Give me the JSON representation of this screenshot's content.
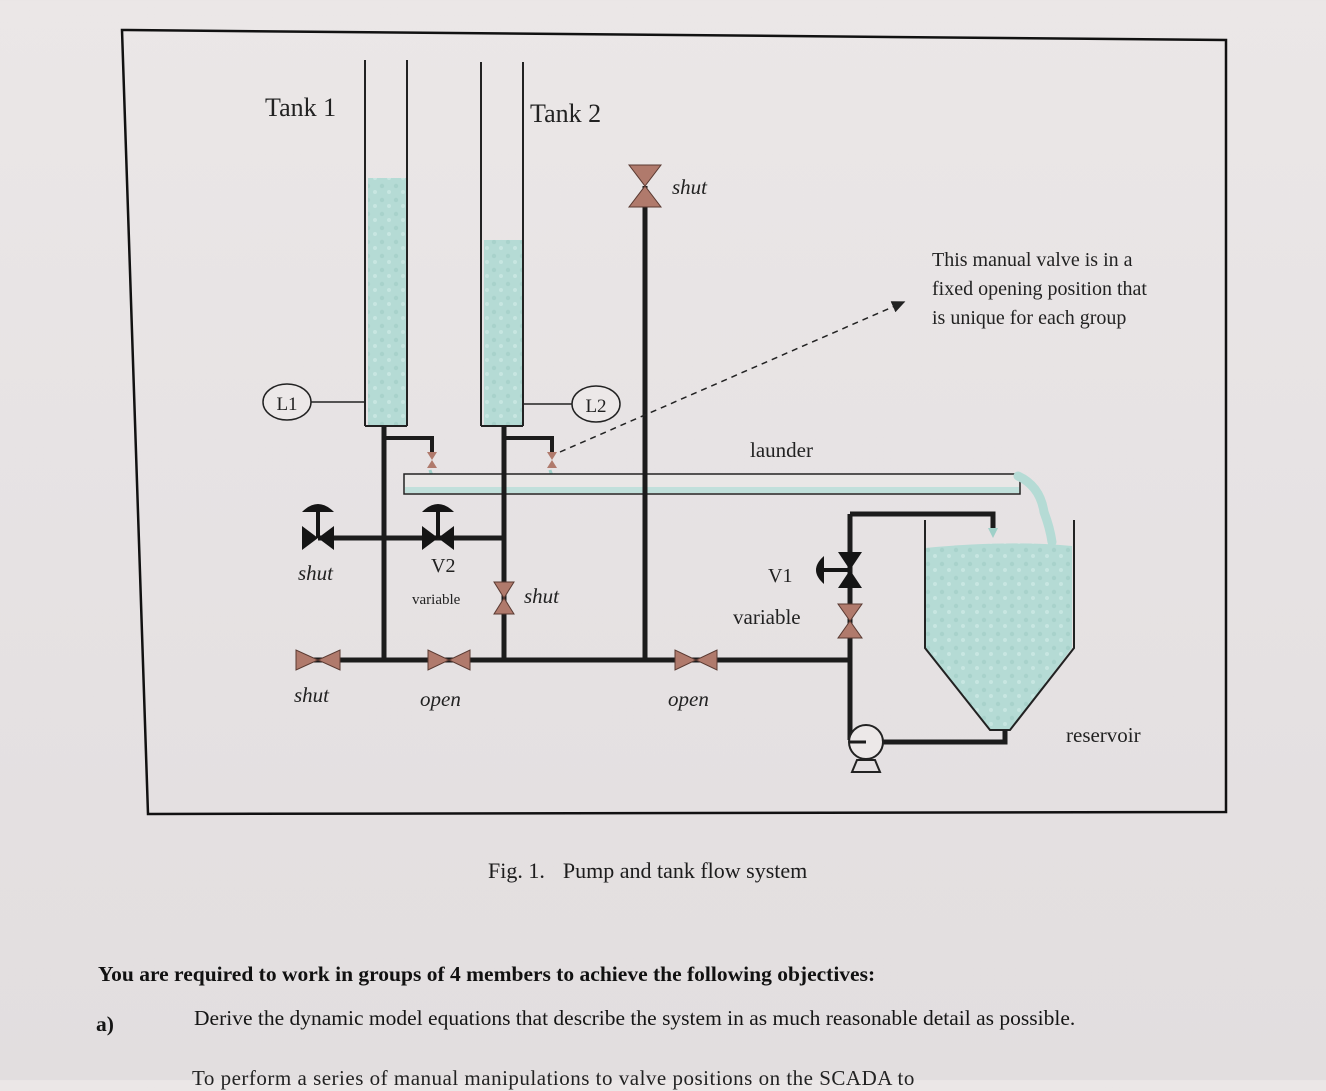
{
  "figure": {
    "labels": {
      "tank1": "Tank 1",
      "tank2": "Tank 2",
      "l1": "L1",
      "l2": "L2",
      "launder": "launder",
      "reservoir": "reservoir",
      "v1": "V1",
      "v1_mode": "variable",
      "v2": "V2",
      "v2_mode": "variable",
      "shut_top": "shut",
      "shut_left_mid": "shut",
      "shut_tank2": "shut",
      "shut_bottom_left": "shut",
      "open_left": "open",
      "open_right": "open"
    },
    "note": [
      "This manual valve is in a",
      "fixed opening position that",
      "is unique for each group"
    ],
    "colors": {
      "water": "#b6dcd6",
      "pipe": "#1c1c1c",
      "valve_open": "#b07a6c",
      "valve_dark": "#151515"
    }
  },
  "caption": {
    "number": "Fig. 1.",
    "text": "Pump and tank flow system"
  },
  "objectives_heading": "You are required to work in groups of 4 members to achieve the following objectives:",
  "item_a": {
    "marker": "a)",
    "text": "Derive the dynamic model equations that describe the system in as much reasonable detail as possible."
  },
  "cutoff_line": "To perform a series of manual manipulations to valve positions on the SCADA to"
}
